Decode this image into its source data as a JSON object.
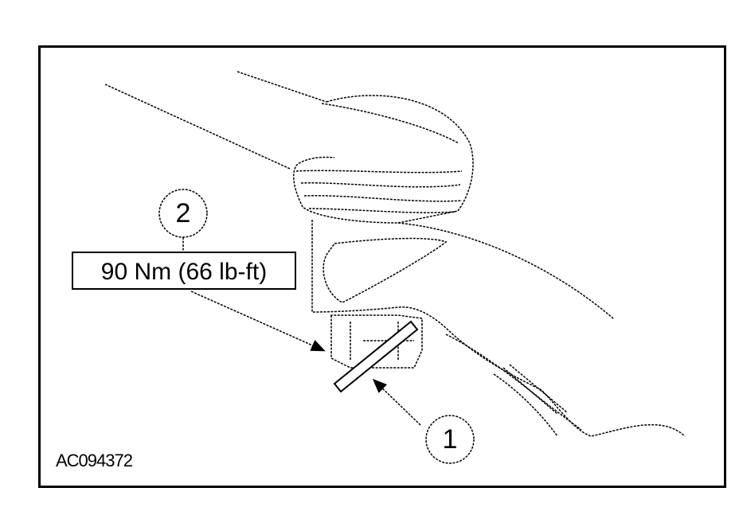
{
  "figure": {
    "id_label": "AC094372",
    "callouts": [
      {
        "number": "1"
      },
      {
        "number": "2"
      }
    ],
    "torque_spec": "90 Nm (66 lb-ft)"
  },
  "colors": {
    "line": "#000000",
    "background": "#ffffff"
  }
}
